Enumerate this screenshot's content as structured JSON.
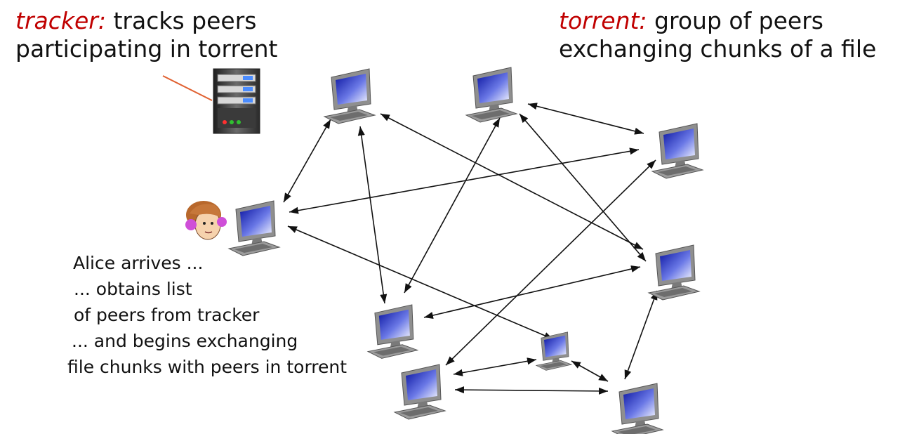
{
  "tracker": {
    "term": "tracker:",
    "desc_line1": "tracks peers",
    "desc_line2": "participating in torrent"
  },
  "torrent": {
    "term": "torrent:",
    "desc_line1": "group of peers",
    "desc_line2": "exchanging  chunks of a file"
  },
  "alice_notes": [
    "Alice arrives  ...",
    "... obtains list",
    "of peers from tracker",
    "... and begins exchanging",
    "file chunks with peers in torrent"
  ],
  "colors": {
    "term": "#c00000",
    "pointer": "#e06030",
    "arrow": "#111111",
    "screen": "#3b46c8"
  }
}
